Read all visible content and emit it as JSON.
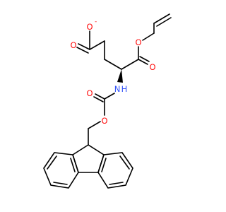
{
  "molecule": {
    "colors": {
      "bond": "#000000",
      "oxygen": "#ff0d0d",
      "nitrogen": "#3050f8"
    },
    "atoms": {
      "o_carboxylate_top": {
        "symbol": "O",
        "charge": "-"
      },
      "o_carboxylate_double": {
        "symbol": "O"
      },
      "o_ester_single": {
        "symbol": "O"
      },
      "o_ester_double": {
        "symbol": "O"
      },
      "nitrogen": {
        "symbol": "N",
        "hydrogen": "H"
      },
      "o_carbamate_double": {
        "symbol": "O"
      },
      "o_carbamate_single": {
        "symbol": "O"
      }
    }
  }
}
